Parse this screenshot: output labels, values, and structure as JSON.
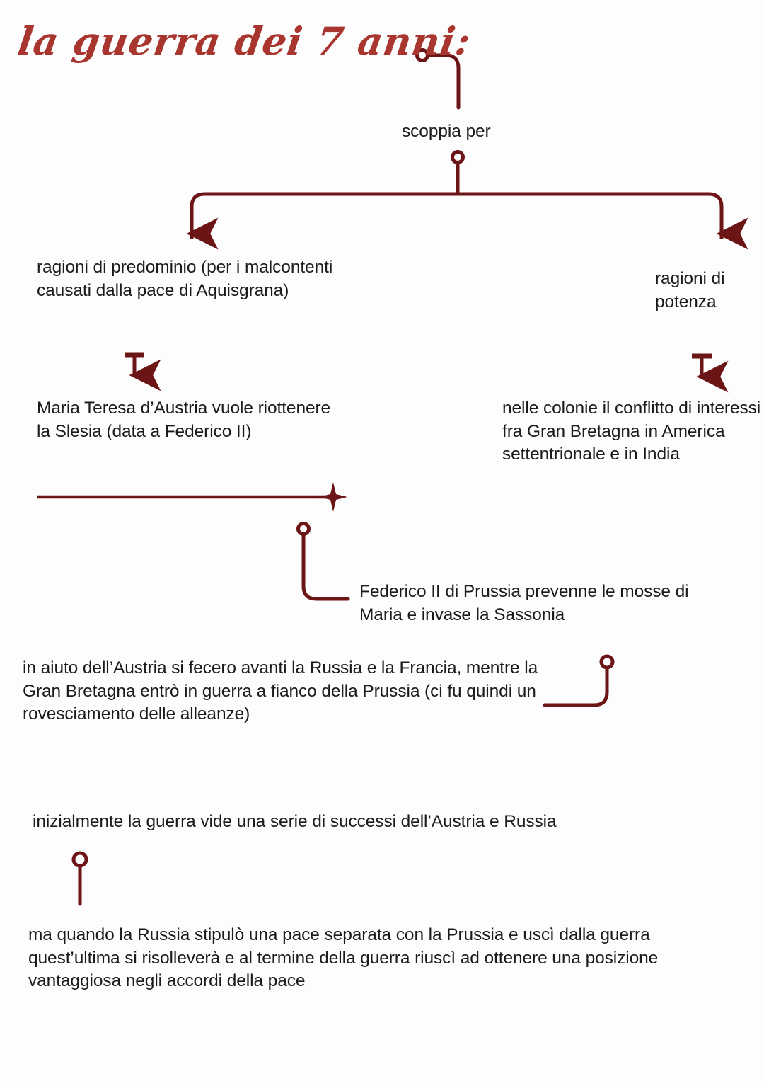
{
  "colors": {
    "title_red": "#a8352e",
    "line_maroon": "#6b1517",
    "text_black": "#1b1b1b",
    "background": "#fdfdfd"
  },
  "title": "la guerra dei 7 anni:",
  "nodes": {
    "scoppia": "scoppia per",
    "ragioni_predominio": "ragioni di predominio (per i malcontenti causati dalla pace di Aquisgrana)",
    "ragioni_potenza": "ragioni di potenza",
    "maria_teresa": "Maria Teresa d’Austria vuole riottenere la Slesia (data a Federico II)",
    "colonie": "nelle colonie il conflitto di interessi fra Gran Bretagna in America settentrionale e in India",
    "federico": "Federico II di Prussia prevenne le mosse di Maria e invase la Sassonia",
    "aiuto_austria": "in aiuto dell’Austria si fecero avanti la Russia e la Francia, mentre la Gran Bretagna entrò in guerra a fianco della Prussia (ci fu quindi un rovesciamento delle alleanze)",
    "inizialmente": "inizialmente la guerra vide una serie di successi dell’Austria e Russia",
    "finale": "ma quando la Russia stipulò una pace separata con la Prussia e uscì dalla guerra quest’ultima si risolleverà e al termine della guerra riuscì ad ottenere una posizione vantaggiosa negli accordi della pace"
  },
  "connectors": [
    {
      "name": "title-to-scoppia",
      "kind": "circle-elbow-down"
    },
    {
      "name": "scoppia-to-split",
      "kind": "circle-line-down"
    },
    {
      "name": "split-bar",
      "kind": "horizontal-fork-two-arrows"
    },
    {
      "name": "predominio-to-maria",
      "kind": "tee-arrow-down"
    },
    {
      "name": "potenza-to-colonie",
      "kind": "tee-arrow-down"
    },
    {
      "name": "maria-underline",
      "kind": "horizontal-line-sparkle-end"
    },
    {
      "name": "sparkle-to-federico",
      "kind": "circle-elbow-right"
    },
    {
      "name": "federico-to-aiuto",
      "kind": "circle-elbow-left"
    },
    {
      "name": "inizialmente-to-finale",
      "kind": "circle-pin-down"
    }
  ]
}
